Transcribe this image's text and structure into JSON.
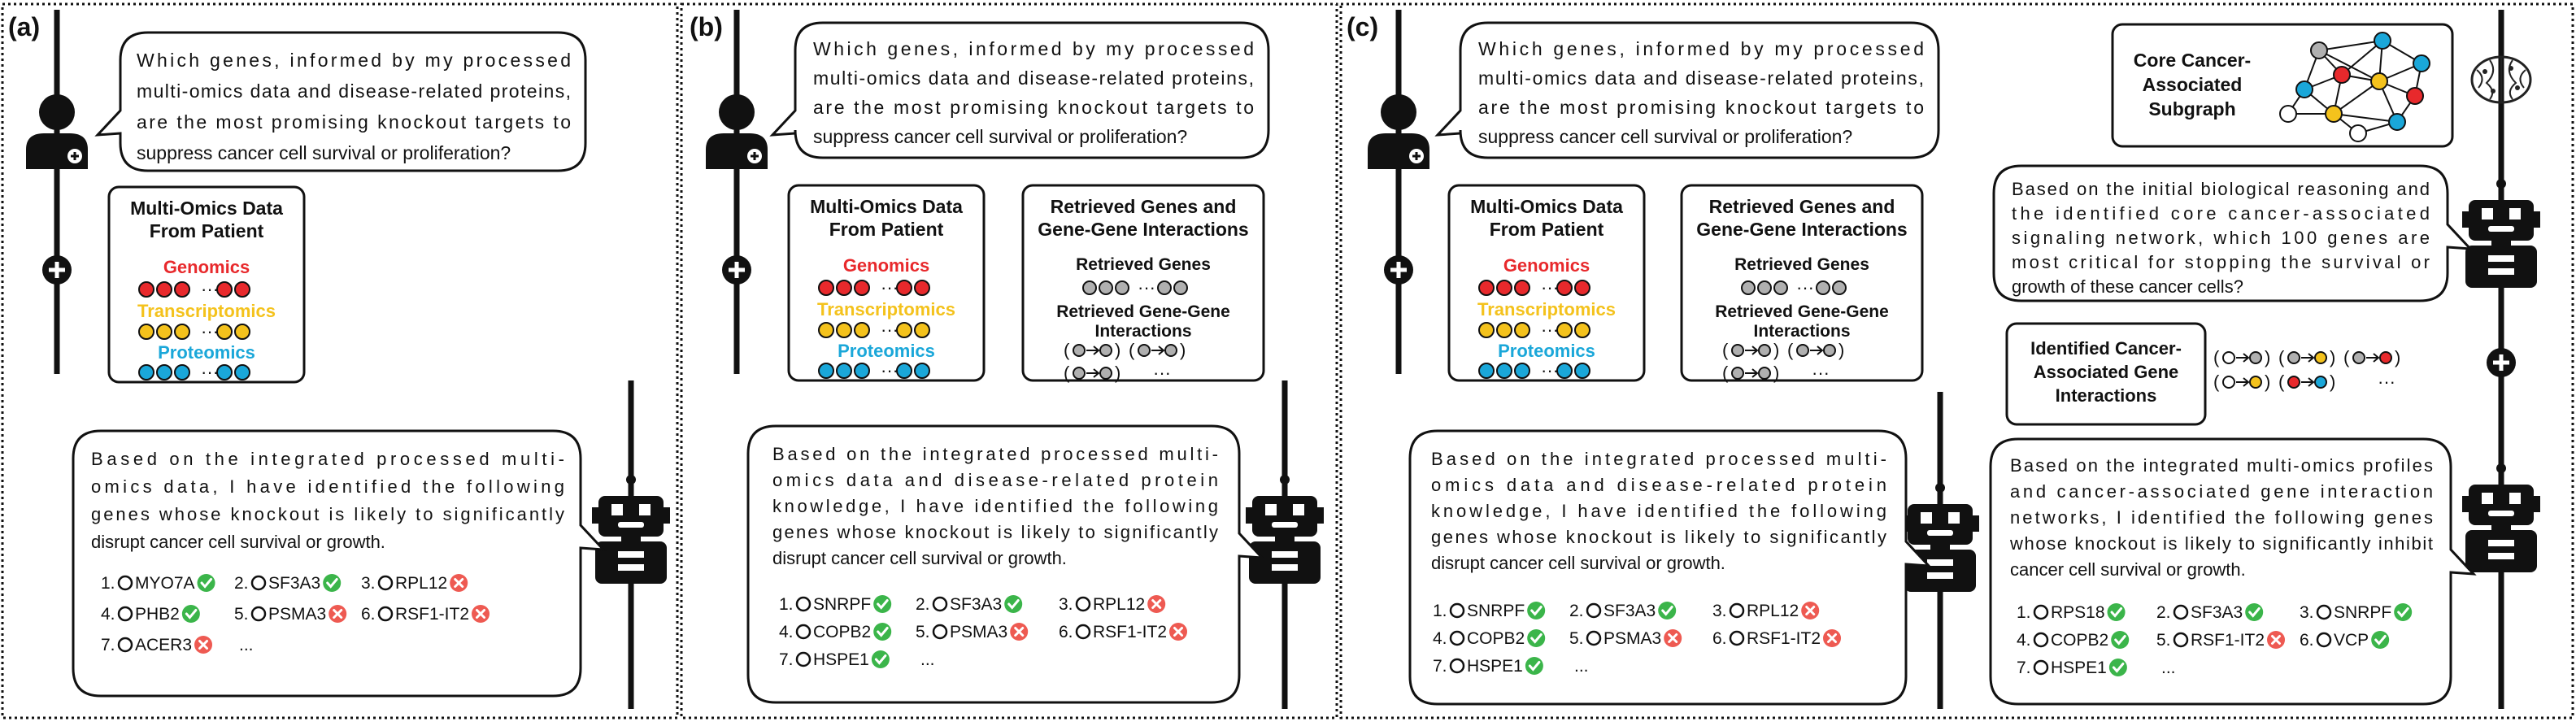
{
  "question": [
    "Which genes, informed by my processed",
    "multi-omics data and disease-related proteins,",
    "are the most promising knockout targets to",
    "suppress cancer cell survival or proliferation?"
  ],
  "colors": {
    "genomics": "#e8292c",
    "transcriptomics": "#f4c21c",
    "proteomics": "#1aa7d9",
    "retrieved": "#b0b0b0",
    "check": "#3bb54a",
    "cross": "#ee5a52"
  },
  "multi_omics": {
    "title": [
      "Multi-Omics Data",
      "From Patient"
    ],
    "genomics": "Genomics",
    "transcriptomics": "Transcriptomics",
    "proteomics": "Proteomics",
    "ellipsis": "···"
  },
  "retrieved": {
    "title": [
      "Retrieved Genes and",
      "Gene-Gene Interactions"
    ],
    "genes_label": "Retrieved Genes",
    "interactions_label": [
      "Retrieved Gene-Gene",
      "Interactions"
    ],
    "pair_ellipsis": "···"
  },
  "panels": [
    {
      "label": "(a)",
      "answer": [
        "Based on the integrated processed multi-",
        "omics data, I have identified the following",
        "genes whose knockout is likely to significantly",
        "disrupt cancer cell survival or growth."
      ],
      "genes": [
        {
          "n": "1.",
          "name": "MYO7A",
          "ok": true
        },
        {
          "n": "2.",
          "name": "SF3A3",
          "ok": true
        },
        {
          "n": "3.",
          "name": "RPL12",
          "ok": false
        },
        {
          "n": "4.",
          "name": "PHB2",
          "ok": true
        },
        {
          "n": "5.",
          "name": "PSMA3",
          "ok": false
        },
        {
          "n": "6.",
          "name": "RSF1-IT2",
          "ok": false
        },
        {
          "n": "7.",
          "name": "ACER3",
          "ok": false
        }
      ]
    },
    {
      "label": "(b)",
      "answer": [
        "Based on the integrated processed multi-",
        "omics data and disease-related protein",
        "knowledge, I have identified the following",
        "genes whose knockout is likely to significantly",
        "disrupt cancer cell survival or growth."
      ],
      "genes": [
        {
          "n": "1.",
          "name": "SNRPF",
          "ok": true
        },
        {
          "n": "2.",
          "name": "SF3A3",
          "ok": true
        },
        {
          "n": "3.",
          "name": "RPL12",
          "ok": false
        },
        {
          "n": "4.",
          "name": "COPB2",
          "ok": true
        },
        {
          "n": "5.",
          "name": "PSMA3",
          "ok": false
        },
        {
          "n": "6.",
          "name": "RSF1-IT2",
          "ok": false
        },
        {
          "n": "7.",
          "name": "HSPE1",
          "ok": true
        }
      ]
    },
    {
      "label": "(c)",
      "answer": [
        "Based on the integrated processed multi-",
        "omics data and disease-related protein",
        "knowledge, I have identified the following",
        "genes whose knockout is likely to significantly",
        "disrupt cancer cell survival or growth."
      ],
      "genes": [
        {
          "n": "1.",
          "name": "SNRPF",
          "ok": true
        },
        {
          "n": "2.",
          "name": "SF3A3",
          "ok": true
        },
        {
          "n": "3.",
          "name": "RPL12",
          "ok": false
        },
        {
          "n": "4.",
          "name": "COPB2",
          "ok": true
        },
        {
          "n": "5.",
          "name": "PSMA3",
          "ok": false
        },
        {
          "n": "6.",
          "name": "RSF1-IT2",
          "ok": false
        },
        {
          "n": "7.",
          "name": "HSPE1",
          "ok": true
        }
      ]
    }
  ],
  "list_ellipsis": "...",
  "subgraph": {
    "title": [
      "Core Cancer-",
      "Associated",
      "Subgraph"
    ]
  },
  "second_question": [
    "Based on the initial biological reasoning and",
    "the identified core cancer-associated",
    "signaling network, which 100 genes are",
    "most critical for stopping the survival or",
    "growth of these cancer cells?"
  ],
  "identified": {
    "title": [
      "Identified Cancer-",
      "Associated Gene",
      "Interactions"
    ]
  },
  "final_answer": {
    "text": [
      "Based on the integrated multi-omics profiles",
      "and cancer-associated gene interaction",
      "networks, I identified the following genes",
      "whose knockout is likely to significantly inhibit",
      "cancer cell survival or growth."
    ],
    "genes": [
      {
        "n": "1.",
        "name": "RPS18",
        "ok": true
      },
      {
        "n": "2.",
        "name": "SF3A3",
        "ok": true
      },
      {
        "n": "3.",
        "name": "SNRPF",
        "ok": true
      },
      {
        "n": "4.",
        "name": "COPB2",
        "ok": true
      },
      {
        "n": "5.",
        "name": "RSF1-IT2",
        "ok": false
      },
      {
        "n": "6.",
        "name": "VCP",
        "ok": true
      },
      {
        "n": "7.",
        "name": "HSPE1",
        "ok": true
      }
    ]
  }
}
